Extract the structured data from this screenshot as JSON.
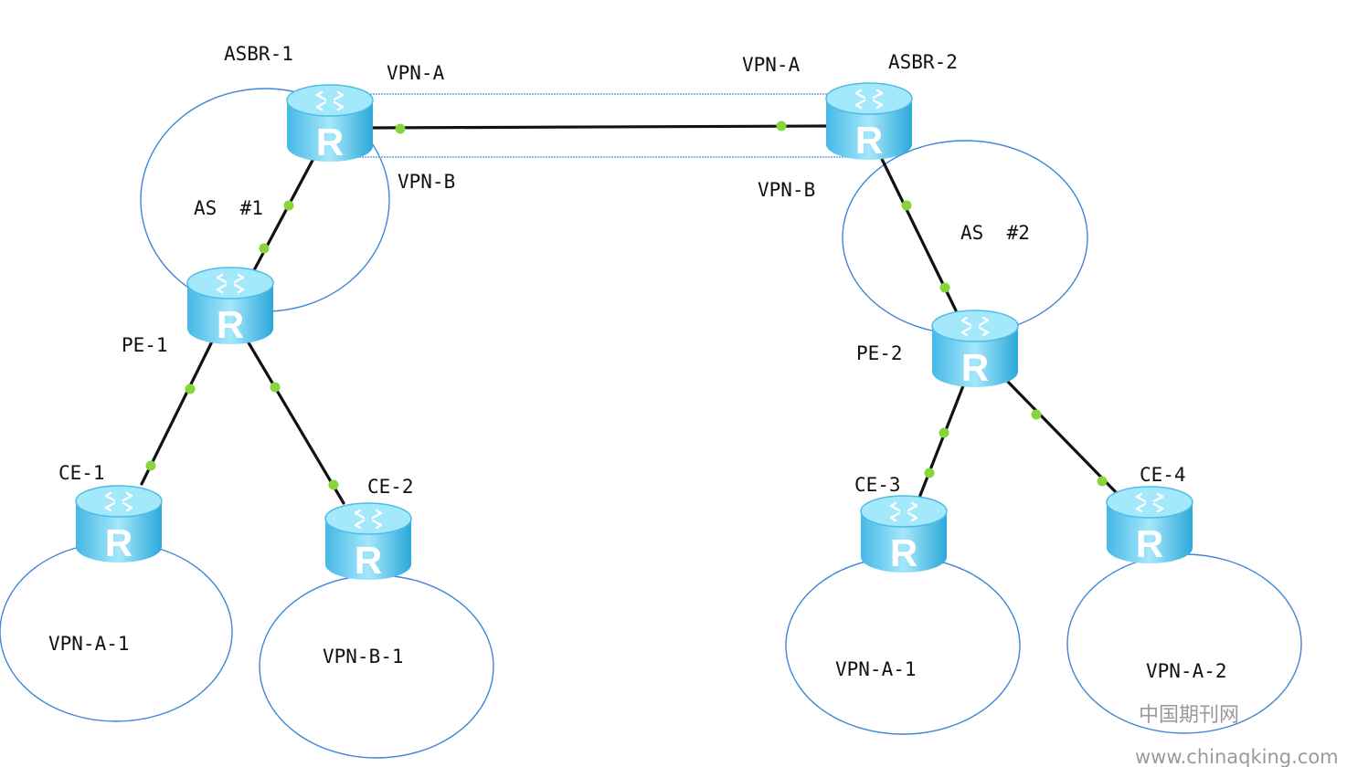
{
  "routers": [
    {
      "id": "asbr1",
      "label": "ASBR-1"
    },
    {
      "id": "asbr2",
      "label": "ASBR-2"
    },
    {
      "id": "pe1",
      "label": "PE-1"
    },
    {
      "id": "pe2",
      "label": "PE-2"
    },
    {
      "id": "ce1",
      "label": "CE-1"
    },
    {
      "id": "ce2",
      "label": "CE-2"
    },
    {
      "id": "ce3",
      "label": "CE-3"
    },
    {
      "id": "ce4",
      "label": "CE-4"
    }
  ],
  "router_glyph": "R",
  "autonomous_systems": [
    {
      "id": "as1",
      "label": "AS  #1"
    },
    {
      "id": "as2",
      "label": "AS  #2"
    }
  ],
  "vpn_sites": [
    {
      "id": "site1",
      "label": "VPN-A-1"
    },
    {
      "id": "site2",
      "label": "VPN-B-1"
    },
    {
      "id": "site3",
      "label": "VPN-A-1"
    },
    {
      "id": "site4",
      "label": "VPN-A-2"
    }
  ],
  "inter_as_labels": {
    "vpn_a_left": "VPN-A",
    "vpn_a_right": "VPN-A",
    "vpn_b_left": "VPN-B",
    "vpn_b_right": "VPN-B"
  },
  "watermark": {
    "cn": "中国期刊网",
    "url": "www.chinaqking.com"
  },
  "colors": {
    "link": "#111111",
    "endpoint": "#88d43b",
    "circle": "#3f86d8",
    "tunnel": "#6a9ee0",
    "router_body": "#2fb2e0",
    "router_top": "#8fe0fb"
  }
}
